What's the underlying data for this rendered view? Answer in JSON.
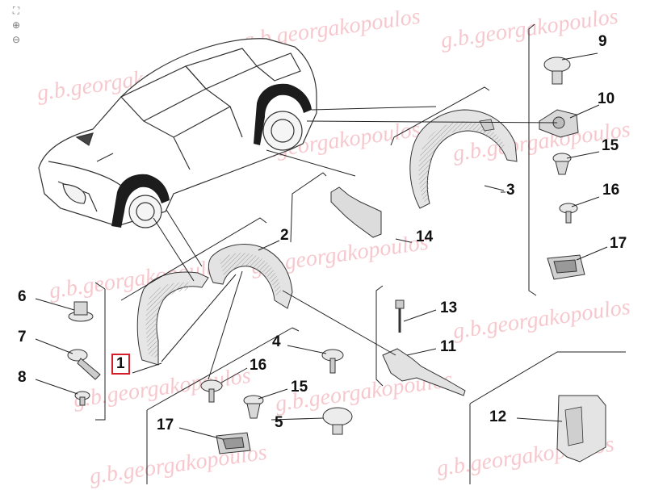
{
  "watermark": {
    "text": "g.b.georgakopoulos",
    "color": "#f4b6bd"
  },
  "toolbar": {
    "items": [
      {
        "name": "fit-icon",
        "glyph": "⛶"
      },
      {
        "name": "zoom-in-icon",
        "glyph": "⊕"
      },
      {
        "name": "zoom-out-icon",
        "glyph": "⊖"
      }
    ]
  },
  "callouts": {
    "c1": "1",
    "c2": "2",
    "c3": "3",
    "c4": "4",
    "c5": "5",
    "c6": "6",
    "c7": "7",
    "c8": "8",
    "c9": "9",
    "c10": "10",
    "c11": "11",
    "c12": "12",
    "c13": "13",
    "c14": "14",
    "c15a": "15",
    "c15b": "15",
    "c16a": "16",
    "c16b": "16",
    "c17a": "17",
    "c17b": "17"
  },
  "selected_part": "1",
  "colors": {
    "highlight": "#d21f2b",
    "line": "#222222",
    "part_fill": "#e9e9e9",
    "part_shadow": "#bdbdbd"
  }
}
